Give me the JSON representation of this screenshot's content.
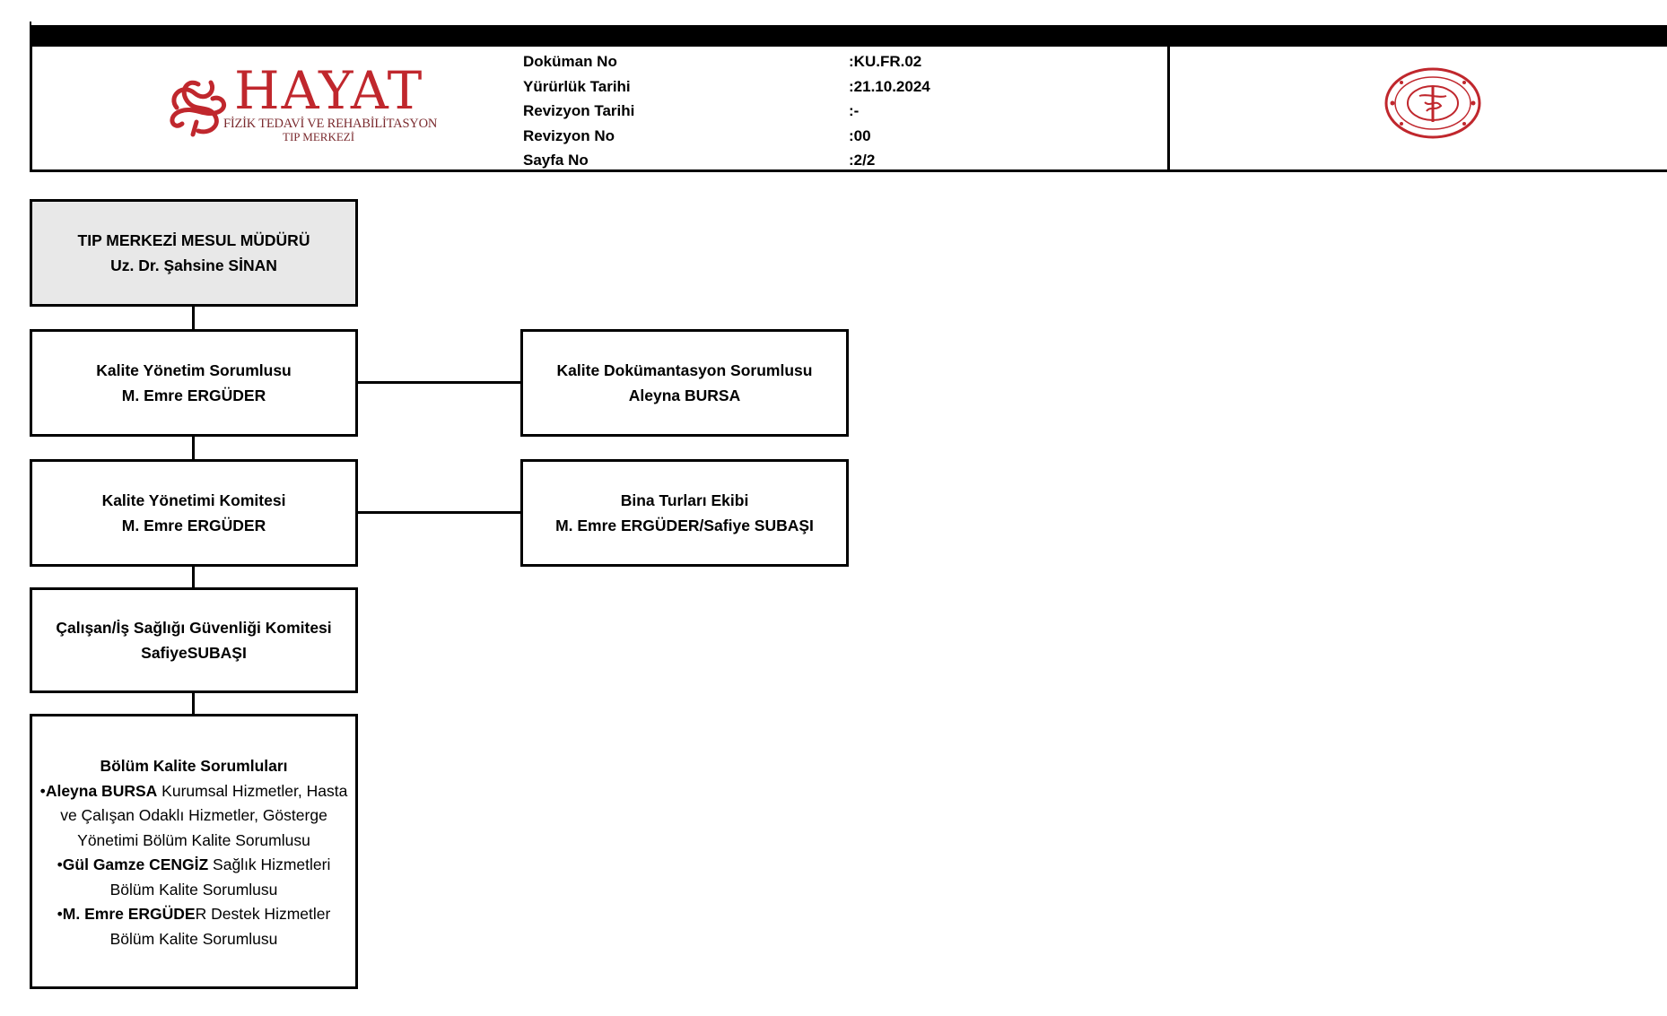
{
  "logo": {
    "brand": "HAYAT",
    "line1": "FİZİK TEDAVİ VE REHABİLİTASYON",
    "line2": "TIP MERKEZİ",
    "color": "#c0272d"
  },
  "meta": [
    {
      "label": "Doküman No",
      "value": ":KU.FR.02"
    },
    {
      "label": "Yürürlük Tarihi",
      "value": ":21.10.2024"
    },
    {
      "label": "Revizyon Tarihi",
      "value": ":-"
    },
    {
      "label": "Revizyon No",
      "value": ":00"
    },
    {
      "label": "Sayfa No",
      "value": ":2/2"
    }
  ],
  "seal": {
    "icon": "ministry-health-seal-icon",
    "color": "#c0272d"
  },
  "org": {
    "head": {
      "title": "TIP MERKEZİ MESUL MÜDÜRÜ",
      "name": "Uz. Dr. Şahsine SİNAN"
    },
    "quality_manager": {
      "title": "Kalite Yönetim Sorumlusu",
      "name": "M. Emre ERGÜDER"
    },
    "documentation": {
      "title": "Kalite Dokümantasyon Sorumlusu",
      "name": "Aleyna BURSA"
    },
    "committee": {
      "title": "Kalite Yönetimi Komitesi",
      "name": "M. Emre ERGÜDER"
    },
    "building_tours": {
      "title": "Bina Turları Ekibi",
      "name": "M. Emre ERGÜDER/Safiye SUBAŞI"
    },
    "ohs": {
      "title": "Çalışan/İş Sağlığı Güvenliği Komitesi",
      "name": "SafiyeSUBAŞI"
    },
    "departments": {
      "title": "Bölüm Kalite Sorumluları",
      "items": [
        {
          "bullet": "•",
          "name": "Aleyna BURSA",
          "desc": " Kurumsal Hizmetler, Hasta ve Çalışan Odaklı Hizmetler, Gösterge Yönetimi Bölüm Kalite Sorumlusu"
        },
        {
          "bullet": "•",
          "name": "Gül Gamze CENGİZ",
          "desc": " Sağlık Hizmetleri Bölüm Kalite Sorumlusu"
        },
        {
          "bullet": "•",
          "name": "M. Emre ERGÜDE",
          "desc": "R Destek Hizmetler Bölüm Kalite Sorumlusu"
        }
      ]
    }
  }
}
